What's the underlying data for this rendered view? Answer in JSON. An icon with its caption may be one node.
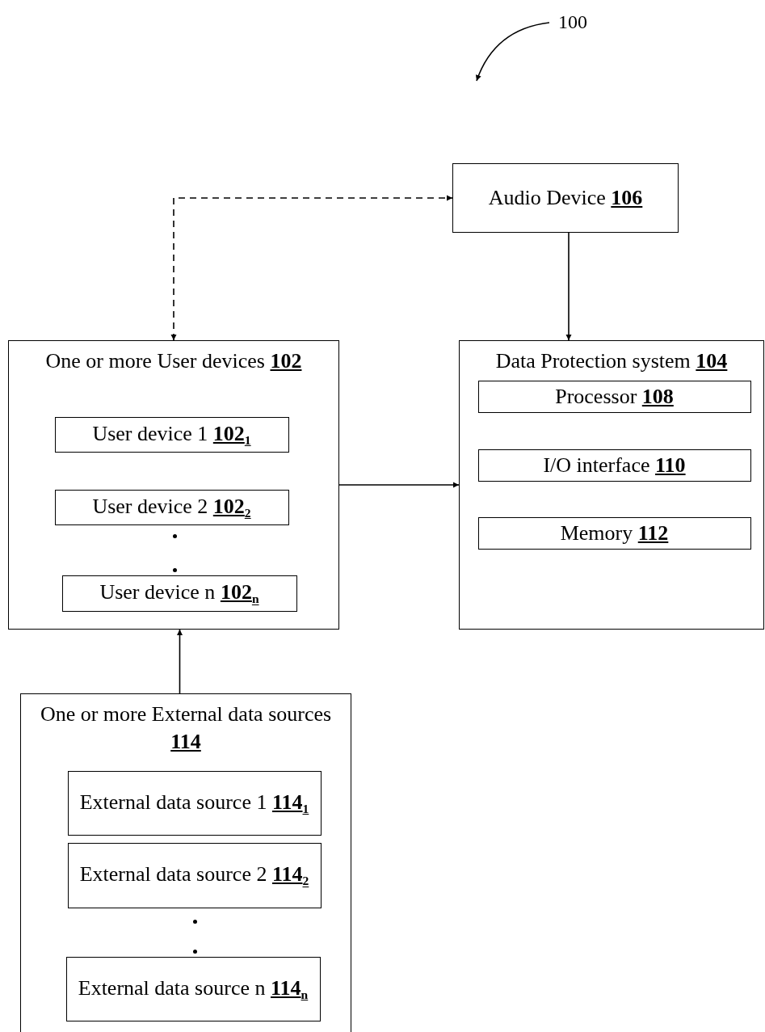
{
  "diagram": {
    "nodes": [
      {
        "text": [
          "Audio Device **106**"
        ]
      },
      {
        "text": [
          "One or more User devices **102**"
        ]
      },
      {
        "text": [
          "User device 1 **102**$_{1}$"
        ],
        "in": 1
      },
      {
        "text": [
          "User device 2 **102**$_{2}$"
        ],
        "in": 1
      },
      {
        "text": [
          "User device n **102**$_{n}$"
        ],
        "in": 1
      },
      {
        "text": [
          "Data Protection system **104**"
        ]
      },
      {
        "text": [
          "Processor **108**"
        ],
        "in": 5
      },
      {
        "text": [
          "I/O interface **110**"
        ],
        "in": 5
      },
      {
        "text": [
          "Memory **112**"
        ],
        "in": 5
      },
      {
        "text": [
          "One or more External data sources **114**"
        ]
      },
      {
        "text": [
          "External data source 1 **114**$_{1}$"
        ],
        "in": 9
      },
      {
        "text": [
          "External data source 2 **114**$_{2}$"
        ],
        "in": 9
      },
      {
        "text": [
          "External data source n **114**$_{n}$"
        ],
        "in": 9
      },
      {
        "text": [
          "100"
        ]
      }
    ],
    "edges": [
      {
        "from": 1,
        "to": 0,
        "arrow": "both",
        "style": "dashed"
      },
      {
        "from": 0,
        "to": 5,
        "arrow": "to"
      },
      {
        "from": 1,
        "to": 5,
        "arrow": "to"
      },
      {
        "from": 9,
        "to": 1,
        "arrow": "to"
      },
      {
        "from": 13,
        "to": null,
        "arrow": "to"
      }
    ]
  }
}
